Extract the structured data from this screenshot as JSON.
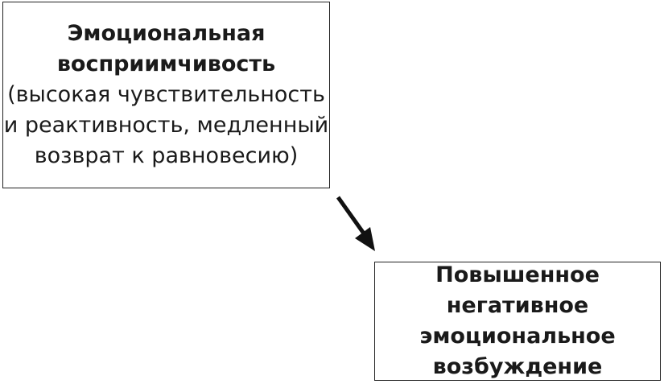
{
  "box1": {
    "title_l1": "Эмоциональная",
    "title_l2": "восприимчивость",
    "desc_l1": "(высокая чувствительность",
    "desc_l2": "и реактивность, медленный",
    "desc_l3": "возврат к равновесию)"
  },
  "box2": {
    "l1": "Повышенное негативное",
    "l2": "эмоциональное",
    "l3": "возбуждение"
  }
}
